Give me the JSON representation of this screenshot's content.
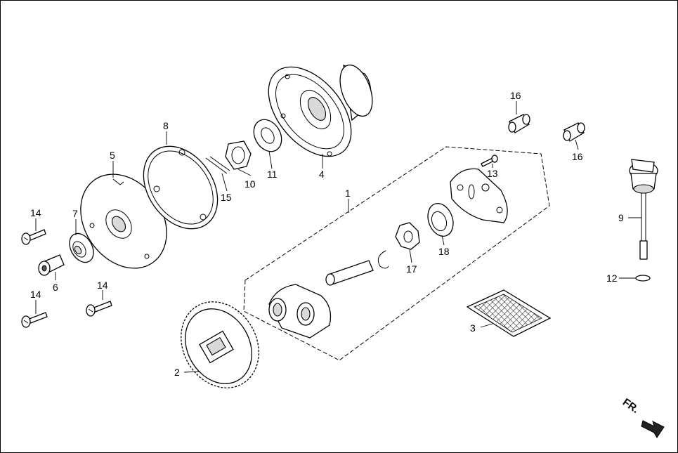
{
  "diagram": {
    "callouts": {
      "c1": "1",
      "c2": "2",
      "c3": "3",
      "c4": "4",
      "c5": "5",
      "c6": "6",
      "c7": "7",
      "c8": "8",
      "c9": "9",
      "c10": "10",
      "c11": "11",
      "c12": "12",
      "c13": "13",
      "c14a": "14",
      "c14b": "14",
      "c14c": "14",
      "c15": "15",
      "c16a": "16",
      "c16b": "16",
      "c17": "17",
      "c18": "18"
    },
    "front_arrow": "FR."
  }
}
